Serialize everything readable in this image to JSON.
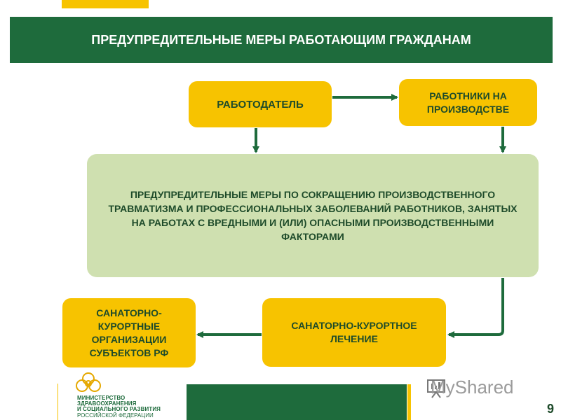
{
  "title": "ПРЕДУПРЕДИТЕЛЬНЫЕ МЕРЫ РАБОТАЮЩИМ ГРАЖДАНАМ",
  "nodes": {
    "employer": "РАБОТОДАТЕЛЬ",
    "workers": "РАБОТНИКИ НА ПРОИЗВОДСТВЕ",
    "measures": "ПРЕДУПРЕДИТЕЛЬНЫЕ МЕРЫ ПО СОКРАЩЕНИЮ ПРОИЗВОДСТВЕННОГО ТРАВМАТИЗМА И ПРОФЕССИОНАЛЬНЫХ ЗАБОЛЕВАНИЙ РАБОТНИКОВ, ЗАНЯТЫХ НА РАБОТАХ С ВРЕДНЫМИ И (ИЛИ) ОПАСНЫМИ ПРОИЗВОДСТВЕННЫМИ ФАКТОРАМИ",
    "treatment": "САНАТОРНО-КУРОРТНОЕ ЛЕЧЕНИЕ",
    "organizations": "САНАТОРНО-КУРОРТНЫЕ ОРГАНИЗАЦИИ СУБЪЕКТОВ РФ"
  },
  "edges": [
    {
      "from": "employer",
      "to": "workers"
    },
    {
      "from": "employer",
      "to": "measures"
    },
    {
      "from": "workers",
      "to": "measures"
    },
    {
      "from": "measures",
      "to": "treatment"
    },
    {
      "from": "treatment",
      "to": "organizations"
    }
  ],
  "footer": {
    "ministry": "МИНИСТЕРСТВО\nЗДРАВООХРАНЕНИЯ\nИ СОЦИАЛЬНОГО РАЗВИТИЯ",
    "ministry_sub": "РОССИЙСКОЙ ФЕДЕРАЦИИ",
    "watermark": "MyShared",
    "page": "9"
  },
  "colors": {
    "dark_green": "#1e6b3c",
    "yellow": "#f7c300",
    "light_green": "#cfe0b0"
  }
}
